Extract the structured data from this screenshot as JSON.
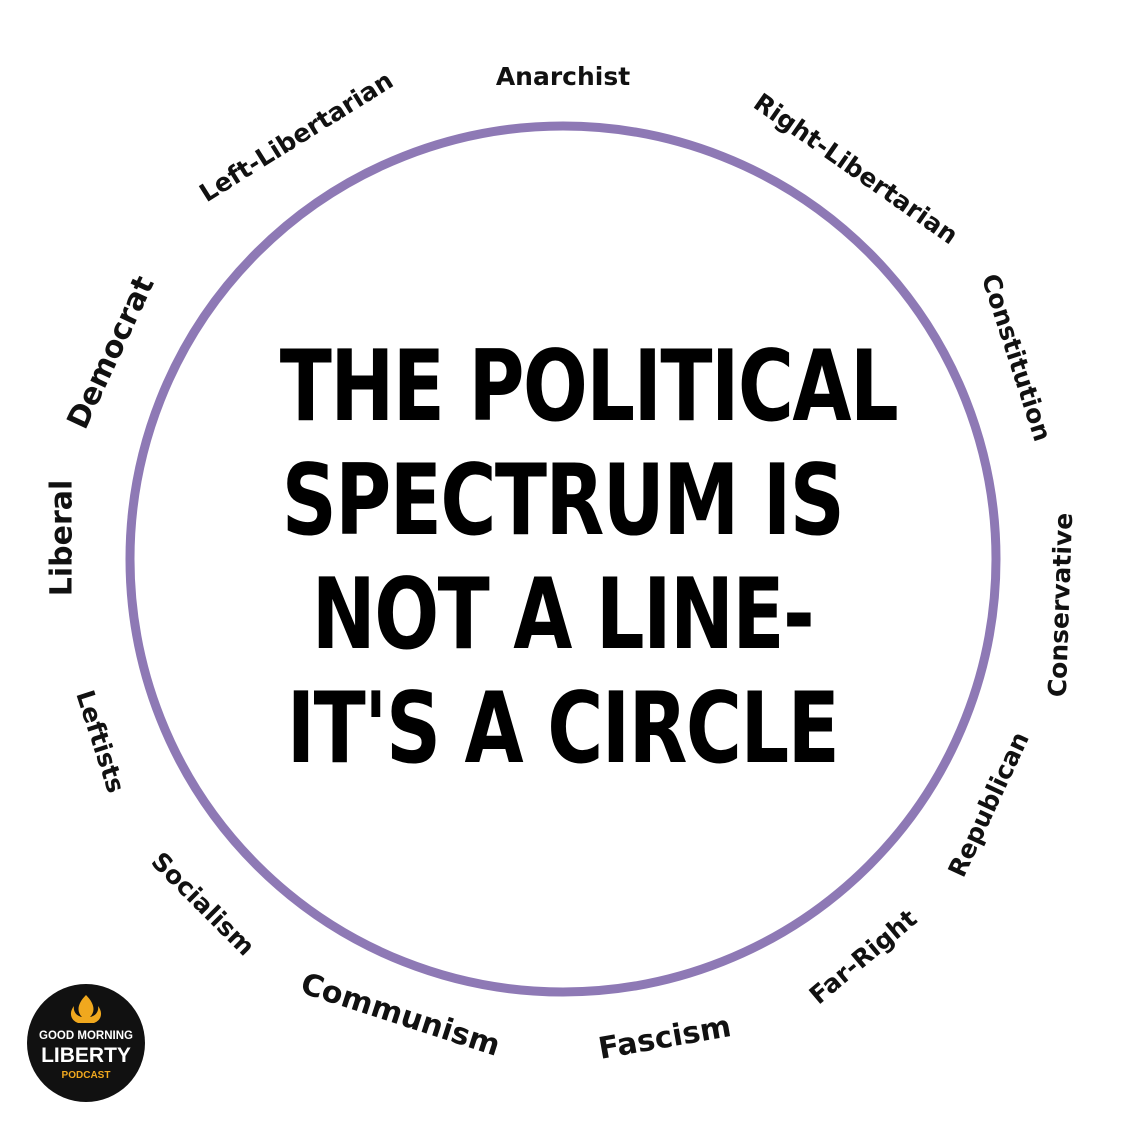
{
  "headline": {
    "lines": [
      "THE POLITICAL",
      "SPECTRUM IS",
      "NOT A LINE-",
      "IT'S A CIRCLE"
    ]
  },
  "circle": {
    "ring_color": "#8e79b5"
  },
  "labels": [
    {
      "id": "anarchist",
      "text": "Anarchist"
    },
    {
      "id": "right-libertarian",
      "text": "Right-Libertarian"
    },
    {
      "id": "constitution",
      "text": "Constitution"
    },
    {
      "id": "conservative",
      "text": "Conservative"
    },
    {
      "id": "republican",
      "text": "Republican"
    },
    {
      "id": "far-right",
      "text": "Far-Right"
    },
    {
      "id": "fascism",
      "text": "Fascism"
    },
    {
      "id": "communism",
      "text": "Communism"
    },
    {
      "id": "socialism",
      "text": "Socialism"
    },
    {
      "id": "leftists",
      "text": "Leftists"
    },
    {
      "id": "liberal",
      "text": "Liberal"
    },
    {
      "id": "democrat",
      "text": "Democrat"
    },
    {
      "id": "left-libertarian",
      "text": "Left-Libertarian"
    }
  ],
  "logo": {
    "line1": "GOOD MORNING",
    "line2": "LIBERTY",
    "line3": "PODCAST",
    "bg_color": "#111111",
    "accent_color": "#f0a81e"
  }
}
